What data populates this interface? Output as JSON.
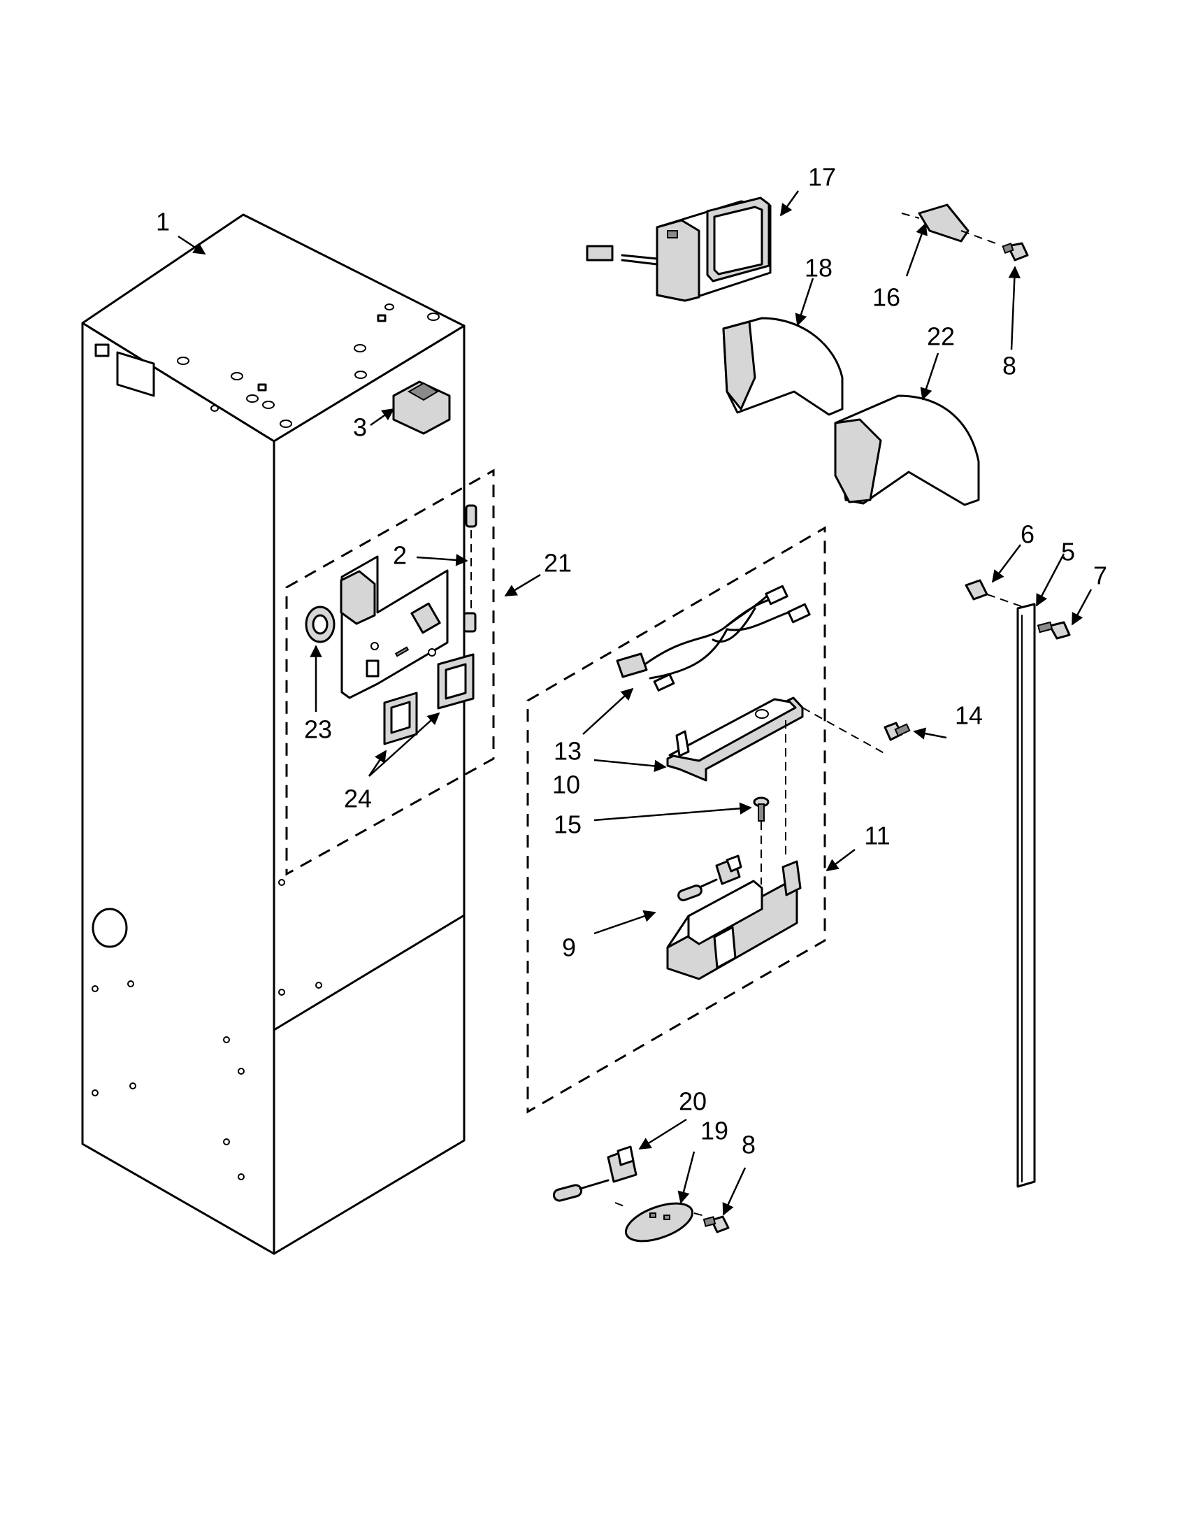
{
  "diagram": {
    "callouts": [
      {
        "id": "c1",
        "label": "1"
      },
      {
        "id": "c2",
        "label": "2"
      },
      {
        "id": "c3",
        "label": "3"
      },
      {
        "id": "c5",
        "label": "5"
      },
      {
        "id": "c6",
        "label": "6"
      },
      {
        "id": "c7",
        "label": "7"
      },
      {
        "id": "c8a",
        "label": "8"
      },
      {
        "id": "c8b",
        "label": "8"
      },
      {
        "id": "c9",
        "label": "9"
      },
      {
        "id": "c10",
        "label": "10"
      },
      {
        "id": "c11",
        "label": "11"
      },
      {
        "id": "c13",
        "label": "13"
      },
      {
        "id": "c14",
        "label": "14"
      },
      {
        "id": "c15",
        "label": "15"
      },
      {
        "id": "c16",
        "label": "16"
      },
      {
        "id": "c17",
        "label": "17"
      },
      {
        "id": "c18",
        "label": "18"
      },
      {
        "id": "c19",
        "label": "19"
      },
      {
        "id": "c20",
        "label": "20"
      },
      {
        "id": "c21",
        "label": "21"
      },
      {
        "id": "c22",
        "label": "22"
      },
      {
        "id": "c23",
        "label": "23"
      },
      {
        "id": "c24",
        "label": "24"
      }
    ]
  }
}
